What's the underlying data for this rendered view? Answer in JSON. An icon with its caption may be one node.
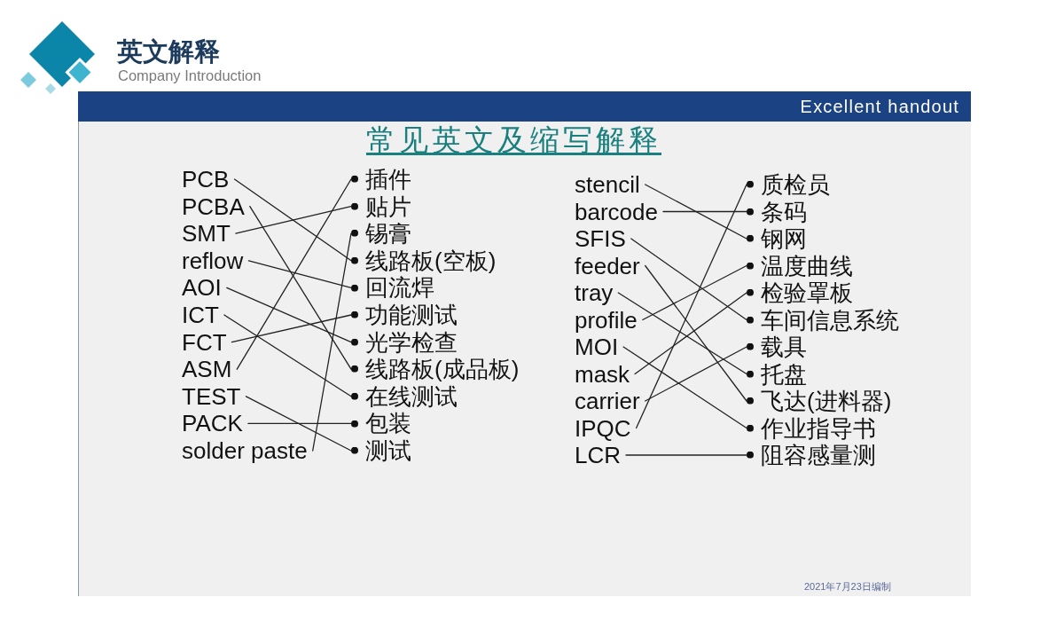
{
  "diagram": {
    "title": "英文解释",
    "nodes": [
      {
        "text": [
          "PCB"
        ]
      },
      {
        "text": [
          "PCBA"
        ]
      },
      {
        "text": [
          "SMT"
        ]
      },
      {
        "text": [
          "reflow"
        ]
      },
      {
        "text": [
          "AOI"
        ]
      },
      {
        "text": [
          "ICT"
        ]
      },
      {
        "text": [
          "FCT"
        ]
      },
      {
        "text": [
          "ASM"
        ]
      },
      {
        "text": [
          "TEST"
        ]
      },
      {
        "text": [
          "PACK"
        ]
      },
      {
        "text": [
          "solder paste"
        ]
      },
      {
        "text": [
          "插件"
        ]
      },
      {
        "text": [
          "贴片"
        ]
      },
      {
        "text": [
          "锡膏"
        ]
      },
      {
        "text": [
          "线路板(空板)"
        ]
      },
      {
        "text": [
          "回流焊"
        ]
      },
      {
        "text": [
          "功能测试"
        ]
      },
      {
        "text": [
          "光学检查"
        ]
      },
      {
        "text": [
          "线路板(成品板)"
        ]
      },
      {
        "text": [
          "在线测试"
        ]
      },
      {
        "text": [
          "包装"
        ]
      },
      {
        "text": [
          "测试"
        ]
      },
      {
        "text": [
          "stencil"
        ]
      },
      {
        "text": [
          "barcode"
        ]
      },
      {
        "text": [
          "SFIS"
        ]
      },
      {
        "text": [
          "feeder"
        ]
      },
      {
        "text": [
          "tray"
        ]
      },
      {
        "text": [
          "profile"
        ]
      },
      {
        "text": [
          "MOI"
        ]
      },
      {
        "text": [
          "mask"
        ]
      },
      {
        "text": [
          "carrier"
        ]
      },
      {
        "text": [
          "IPQC"
        ]
      },
      {
        "text": [
          "LCR"
        ]
      },
      {
        "text": [
          "质检员"
        ]
      },
      {
        "text": [
          "条码"
        ]
      },
      {
        "text": [
          "钢网"
        ]
      },
      {
        "text": [
          "温度曲线"
        ]
      },
      {
        "text": [
          "检验罩板"
        ]
      },
      {
        "text": [
          "车间信息系统"
        ]
      },
      {
        "text": [
          "载具"
        ]
      },
      {
        "text": [
          "托盘"
        ]
      },
      {
        "text": [
          "飞达(进料器)"
        ]
      },
      {
        "text": [
          "作业指导书"
        ]
      },
      {
        "text": [
          "阻容感量测"
        ]
      }
    ],
    "edges": [
      {
        "from": 0,
        "to": 14,
        "arrow": "none"
      },
      {
        "from": 1,
        "to": 18,
        "arrow": "none"
      },
      {
        "from": 2,
        "to": 12,
        "arrow": "none"
      },
      {
        "from": 3,
        "to": 15,
        "arrow": "none"
      },
      {
        "from": 4,
        "to": 17,
        "arrow": "none"
      },
      {
        "from": 5,
        "to": 19,
        "arrow": "none"
      },
      {
        "from": 6,
        "to": 16,
        "arrow": "none"
      },
      {
        "from": 7,
        "to": 11,
        "arrow": "none"
      },
      {
        "from": 8,
        "to": 21,
        "arrow": "none"
      },
      {
        "from": 9,
        "to": 20,
        "arrow": "none"
      },
      {
        "from": 10,
        "to": 13,
        "arrow": "none"
      },
      {
        "from": 22,
        "to": 35,
        "arrow": "none"
      },
      {
        "from": 23,
        "to": 34,
        "arrow": "none"
      },
      {
        "from": 24,
        "to": 38,
        "arrow": "none"
      },
      {
        "from": 25,
        "to": 41,
        "arrow": "none"
      },
      {
        "from": 26,
        "to": 40,
        "arrow": "none"
      },
      {
        "from": 27,
        "to": 36,
        "arrow": "none"
      },
      {
        "from": 28,
        "to": 42,
        "arrow": "none"
      },
      {
        "from": 29,
        "to": 37,
        "arrow": "none"
      },
      {
        "from": 30,
        "to": 39,
        "arrow": "none"
      },
      {
        "from": 31,
        "to": 33,
        "arrow": "none"
      },
      {
        "from": 32,
        "to": 43,
        "arrow": "none"
      }
    ],
    "labels": [
      "Company Introduction",
      "Excellent handout",
      "常见英文及缩写解释",
      "2021年7月23日编制"
    ]
  }
}
